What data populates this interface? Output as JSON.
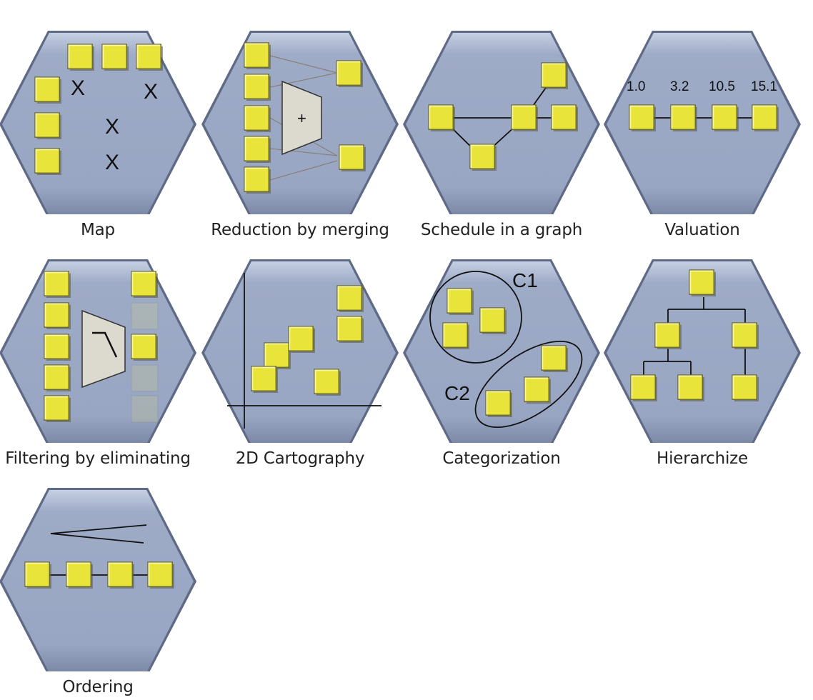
{
  "tiles": {
    "map": {
      "label": "Map",
      "marker": "X"
    },
    "reduction": {
      "label": "Reduction by merging",
      "operator": "+"
    },
    "schedule": {
      "label": "Schedule in a graph"
    },
    "valuation": {
      "label": "Valuation",
      "values": [
        "1.0",
        "3.2",
        "10.5",
        "15.1"
      ]
    },
    "filtering": {
      "label": "Filtering by eliminating"
    },
    "cartography": {
      "label": "2D Cartography"
    },
    "categorization": {
      "label": "Categorization",
      "categories": [
        "C1",
        "C2"
      ]
    },
    "hierarchize": {
      "label": "Hierarchize"
    },
    "ordering": {
      "label": "Ordering"
    }
  },
  "colors": {
    "hex_fill": "#99a7c4",
    "box_fill": "#e8e43a",
    "filter_fill": "#dcd9cf"
  },
  "icons": {
    "hexagon": "hexagon-icon",
    "box": "yellow-square-icon",
    "filter": "trapezoid-filter-icon"
  }
}
